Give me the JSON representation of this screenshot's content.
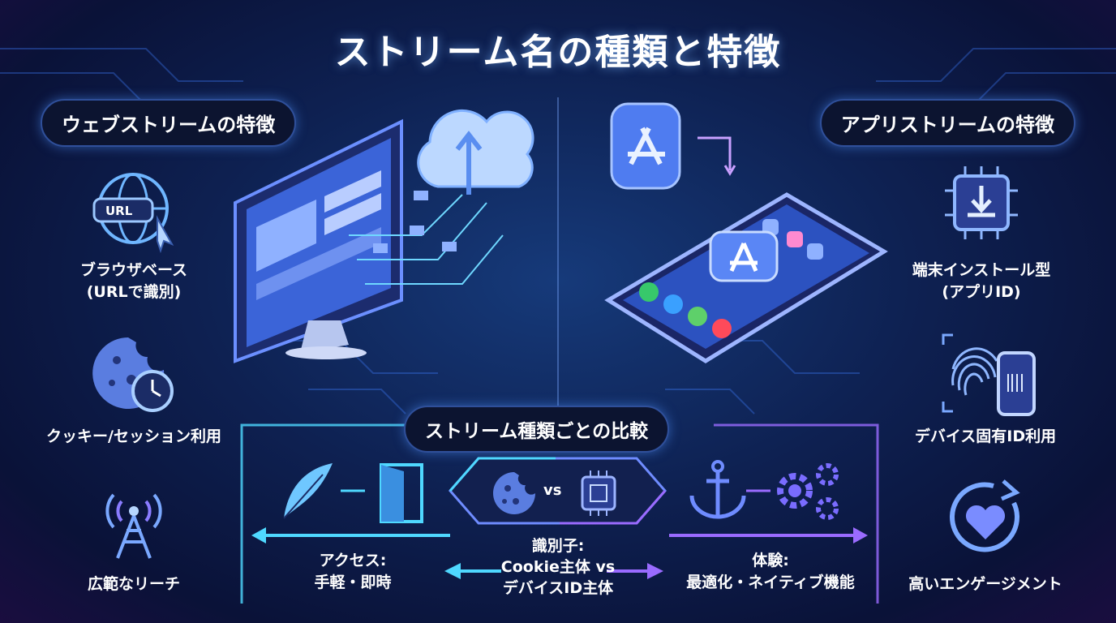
{
  "title": "ストリーム名の種類と特徴",
  "web": {
    "heading": "ウェブストリームの特徴",
    "items": [
      {
        "icon": "globe-url-icon",
        "line1": "ブラウザベース",
        "line2": "(URLで識別)",
        "badge": "URL"
      },
      {
        "icon": "cookie-clock-icon",
        "line1": "クッキー/セッション利用",
        "line2": ""
      },
      {
        "icon": "antenna-icon",
        "line1": "広範なリーチ",
        "line2": ""
      }
    ]
  },
  "app": {
    "heading": "アプリストリームの特徴",
    "items": [
      {
        "icon": "download-chip-icon",
        "line1": "端末インストール型",
        "line2": "(アプリID)"
      },
      {
        "icon": "fingerprint-phone-icon",
        "line1": "デバイス固有ID利用",
        "line2": ""
      },
      {
        "icon": "heart-cycle-icon",
        "line1": "高いエンゲージメント",
        "line2": ""
      }
    ]
  },
  "compare": {
    "heading": "ストリーム種類ごとの比較",
    "vs": "vs",
    "access": {
      "line1": "アクセス:",
      "line2": "手軽・即時"
    },
    "identifier": {
      "line1": "識別子:",
      "line2": "Cookie主体 vs",
      "line3": "デバイスID主体"
    },
    "experience": {
      "line1": "体験:",
      "line2": "最適化・ネイティブ機能"
    }
  },
  "colors": {
    "accent_cyan": "#4fd8ff",
    "accent_purple": "#9a6bff",
    "panel": "#0c1430"
  }
}
